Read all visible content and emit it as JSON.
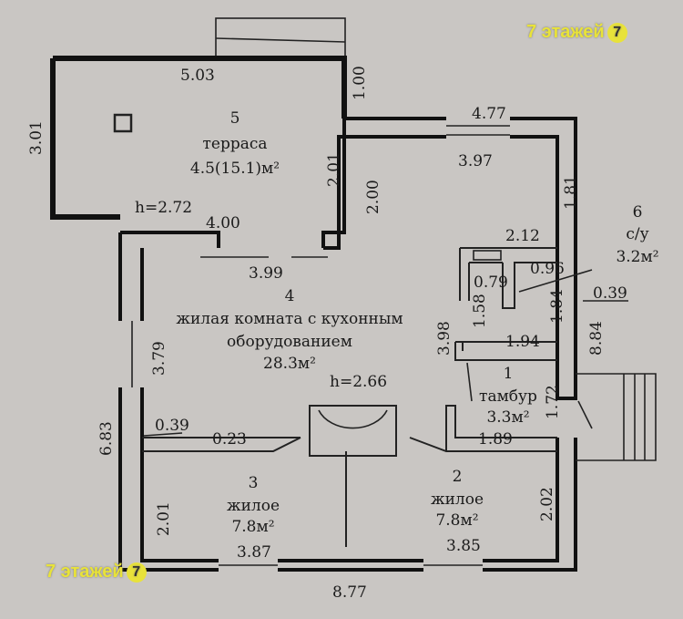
{
  "watermark": {
    "text": "7 этажей",
    "badge": "7"
  },
  "rooms": {
    "terrace": {
      "number": "5",
      "name": "терраса",
      "area": "4.5(15.1)м²",
      "height": "h=2.72"
    },
    "living": {
      "number": "4",
      "name_line1": "жилая комната с кухонным",
      "name_line2": "оборудованием",
      "area": "28.3м²",
      "height": "h=2.66"
    },
    "vestibule": {
      "number": "1",
      "name": "тамбур",
      "area": "3.3м²"
    },
    "bathroom": {
      "number": "6",
      "name": "с/у",
      "area": "3.2м²"
    },
    "room3": {
      "number": "3",
      "name": "жилое",
      "area": "7.8м²"
    },
    "room2": {
      "number": "2",
      "name": "жилое",
      "area": "7.8м²"
    }
  },
  "dimensions": [
    "5.03",
    "1.00",
    "3.01",
    "2.01",
    "2.00",
    "4.77",
    "3.97",
    "1.81",
    "4.00",
    "3.99",
    "2.12",
    "0.79",
    "0.96",
    "1.58",
    "1.84",
    "0.39",
    "3.98",
    "1.94",
    "8.84",
    "3.79",
    "1.72",
    "6.83",
    "0.39",
    "0.23",
    "1.89",
    "2.01",
    "2.02",
    "3.87",
    "3.85",
    "8.77"
  ]
}
